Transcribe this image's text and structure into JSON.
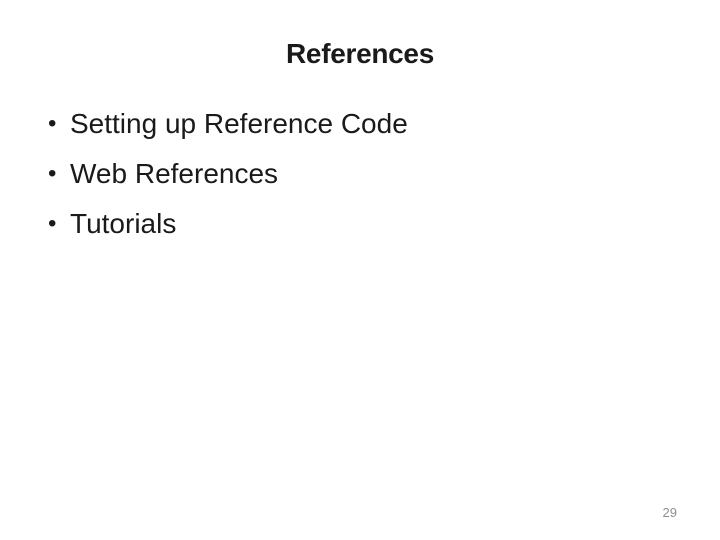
{
  "slide": {
    "title": "References",
    "bullet_glyph": "•",
    "bullets": [
      "Setting up Reference Code",
      "Web References",
      "Tutorials"
    ],
    "page_number": "29",
    "colors": {
      "background": "#ffffff",
      "title_text": "#1a1a1a",
      "body_text": "#1a1a1a",
      "page_number_text": "#8e8e8e"
    }
  }
}
